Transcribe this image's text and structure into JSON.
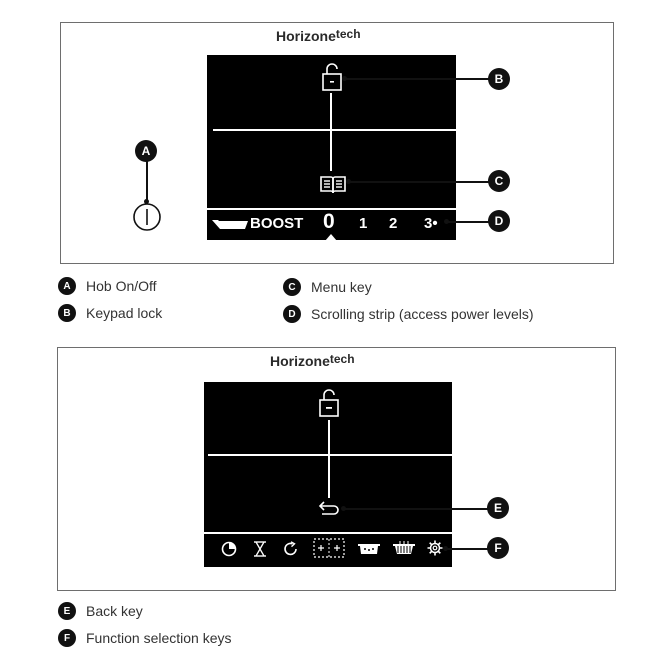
{
  "brand": {
    "name": "Horizone",
    "suffix": "tech"
  },
  "panel1": {
    "strip": {
      "boost": "BOOST",
      "levels": [
        "0",
        "1",
        "2",
        "3•"
      ]
    },
    "callouts": {
      "a": "A",
      "b": "B",
      "c": "C",
      "d": "D"
    }
  },
  "legend1": [
    {
      "letter": "A",
      "text": "Hob On/Off"
    },
    {
      "letter": "B",
      "text": "Keypad lock"
    },
    {
      "letter": "C",
      "text": "Menu key"
    },
    {
      "letter": "D",
      "text": "Scrolling strip (access power levels)"
    }
  ],
  "panel2": {
    "callouts": {
      "e": "E",
      "f": "F"
    },
    "function_icons": [
      "pie-timer-icon",
      "hourglass-icon",
      "refresh-icon",
      "zone-bridge-icon",
      "pot-icon",
      "grill-icon",
      "gear-icon"
    ]
  },
  "legend2": [
    {
      "letter": "E",
      "text": "Back key"
    },
    {
      "letter": "F",
      "text": "Function selection keys"
    }
  ],
  "colors": {
    "screen": "#000000",
    "ink": "#111111",
    "border": "#6e6e6e"
  }
}
